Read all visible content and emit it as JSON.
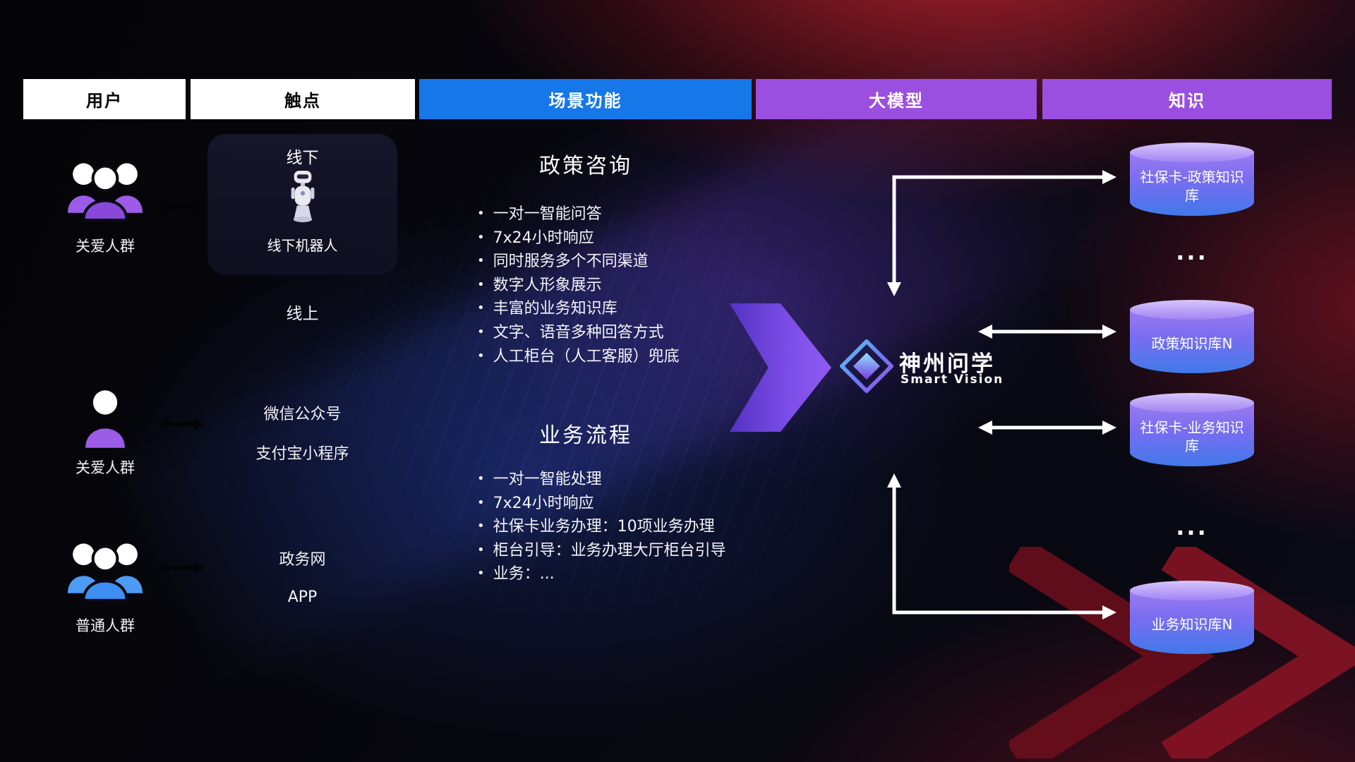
{
  "header": {
    "columns": [
      {
        "label": "用户"
      },
      {
        "label": "触点"
      },
      {
        "label": "场景功能"
      },
      {
        "label": "大模型"
      },
      {
        "label": "知识"
      }
    ]
  },
  "users": [
    {
      "label": "关爱人群",
      "icon": "group-people-icon",
      "color": "#9c5ce8"
    },
    {
      "label": "关爱人群",
      "icon": "single-person-icon",
      "color": "#9c5ce8"
    },
    {
      "label": "普通人群",
      "icon": "group-people-icon",
      "color": "#4d9bf5"
    }
  ],
  "touchpoints": {
    "offline_title": "线下",
    "offline_robot_label": "线下机器人",
    "robot_icon": "robot-icon",
    "online_title": "线上",
    "channels": [
      "微信公众号",
      "支付宝小程序",
      "政务网",
      "APP"
    ]
  },
  "scenarios": [
    {
      "title": "政策咨询",
      "items": [
        "一对一智能问答",
        "7x24小时响应",
        "同时服务多个不同渠道",
        "数字人形象展示",
        "丰富的业务知识库",
        "文字、语音多种回答方式",
        "人工柜台（人工客服）兜底"
      ]
    },
    {
      "title": "业务流程",
      "items": [
        "一对一智能处理",
        "7x24小时响应",
        "社保卡业务办理：10项业务办理",
        "柜台引导：业务办理大厅柜台引导",
        "业务：..."
      ]
    }
  ],
  "model": {
    "name": "神州问学",
    "subtitle": "Smart Vision",
    "logo_icon": "diamond-logo-icon"
  },
  "knowledge": {
    "databases": [
      "社保卡-政策知识库",
      "政策知识库N",
      "社保卡-业务知识库",
      "业务知识库N"
    ],
    "ellipsis": "..."
  },
  "colors": {
    "scene_header_bg": "#1677e8",
    "model_header_bg": "#9b4fe0",
    "knowledge_header_bg": "#9b4fe0",
    "user_purple": "#9c5ce8",
    "user_blue": "#4d9bf5",
    "cylinder_top": "#a183f4",
    "cylinder_bottom": "#4079ea",
    "arrow_white": "#ffffff",
    "flow_arrow_purple": "#7a4ce6",
    "background_red_glow": "#c81e2d",
    "background_blue_glow": "#2644be"
  }
}
